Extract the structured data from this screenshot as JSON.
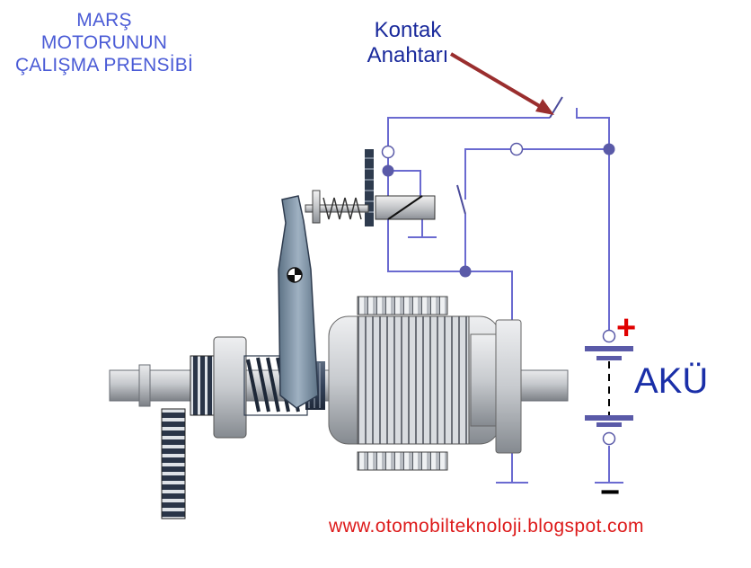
{
  "title": {
    "line1": "MARŞ",
    "line2": "MOTORUNUN",
    "line3": "ÇALIŞMA PRENSİBİ"
  },
  "switch_label": {
    "line1": "Kontak",
    "line2": "Anahtarı"
  },
  "battery": {
    "label": "AKÜ",
    "positive": "+",
    "negative": "−"
  },
  "website": "www.otomobilteknoloji.blogspot.com",
  "colors": {
    "title_text": "#4a5bd6",
    "switch_label_text": "#1a2a9c",
    "battery_label_text": "#1a2fa8",
    "positive_sign": "#e00000",
    "negative_sign": "#000000",
    "website_text": "#dd1a1a",
    "wire": "#6a6ad0",
    "junction_dot": "#5a5aa8",
    "pointer_arrow": "#9a2e2e",
    "lever": "#7f93a6",
    "metal": "#c9ccd0",
    "gear_dark": "#2e3b4e"
  }
}
